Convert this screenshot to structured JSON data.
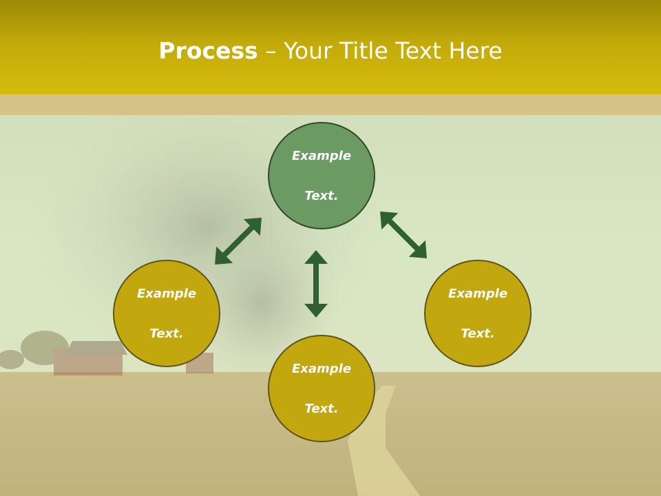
{
  "slide": {
    "title_bold": "Process",
    "title_rest": " – Your Title Text Here"
  },
  "nodes": {
    "top": {
      "line1": "Example",
      "line2": "Text."
    },
    "left": {
      "line1": "Example",
      "line2": "Text."
    },
    "right": {
      "line1": "Example",
      "line2": "Text."
    },
    "bottom": {
      "line1": "Example",
      "line2": "Text."
    }
  },
  "colors": {
    "header_gold": "#d6bb0c",
    "node_green": "#6b9b63",
    "node_gold": "#c2a70f",
    "arrow_green": "#2e6032"
  }
}
